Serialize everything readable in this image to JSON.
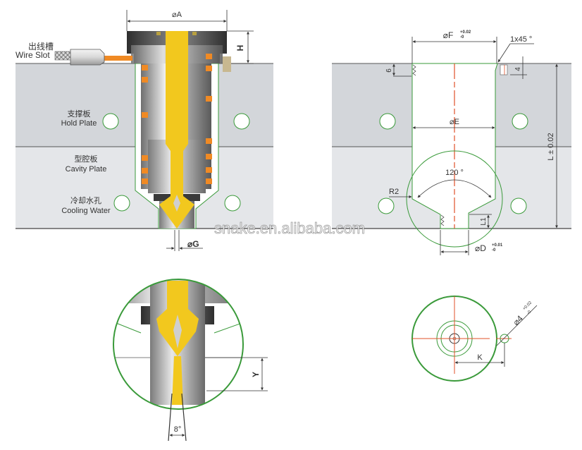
{
  "left_view": {
    "dim_A": "⌀A",
    "dim_H": "H",
    "dim_G": "⌀G",
    "labels": {
      "wire_slot_cn": "出线槽",
      "wire_slot_en": "Wire Slot",
      "hold_plate_cn": "支撑板",
      "hold_plate_en": "Hold Plate",
      "cavity_plate_cn": "型腔板",
      "cavity_plate_en": "Cavity Plate",
      "cooling_water_cn": "冷却水孔",
      "cooling_water_en": "Cooling Water"
    }
  },
  "right_view": {
    "dim_F": "⌀F",
    "dim_F_tol_upper": "+0.02",
    "dim_F_tol_lower": "-0",
    "chamfer": "1x45 °",
    "dim_6": "6",
    "dim_4": "4",
    "dim_E": "⌀E",
    "dim_L": "L ± 0.02",
    "angle": "120 °",
    "radius": "R2",
    "dim_L1": "L1",
    "dim_D": "⌀D",
    "dim_D_tol_upper": "+0.01",
    "dim_D_tol_lower": "-0"
  },
  "detail_view": {
    "dim_Y": "Y",
    "angle": "8°"
  },
  "top_view": {
    "dim_hole": "⌀4",
    "dim_hole_tol_upper": "+0.02",
    "dim_hole_tol_lower": "-0",
    "dim_K": "K"
  },
  "watermark": "snake.en.alibaba.com",
  "colors": {
    "hold_plate": "#d3d6da",
    "cavity_plate": "#e4e6e9",
    "outline_green": "#3a9a3a",
    "melt_yellow": "#f2c81e",
    "heater_orange": "#f08a24",
    "centerline_red": "#e0502a"
  }
}
